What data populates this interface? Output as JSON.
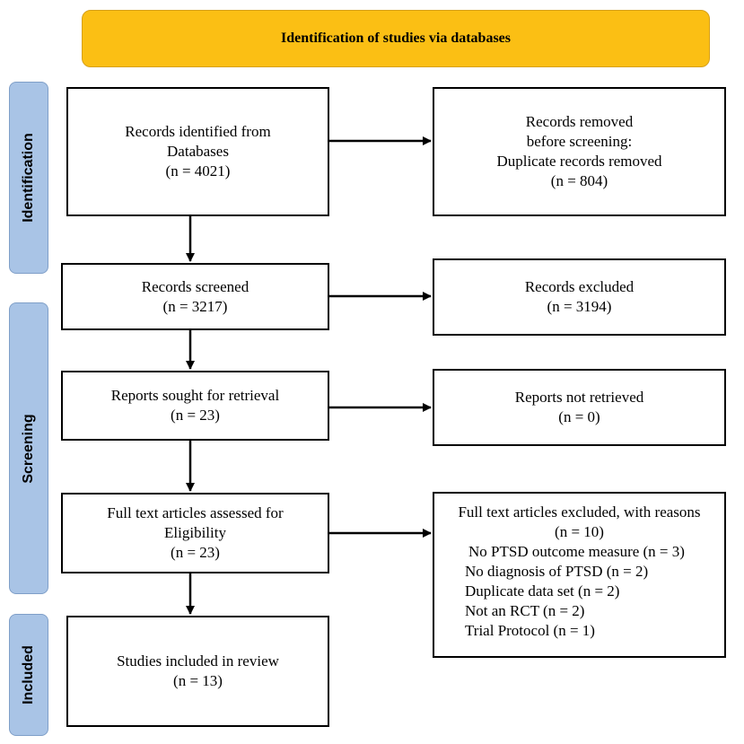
{
  "title": "Identification of studies via databases",
  "phases": {
    "identification": "Identification",
    "screening": "Screening",
    "included": "Included"
  },
  "boxes": {
    "records_identified": [
      "Records identified from",
      "Databases",
      "(n = 4021)"
    ],
    "records_removed": [
      "Records removed",
      "before screening:",
      "Duplicate records removed",
      "(n = 804)"
    ],
    "records_screened": [
      "Records screened",
      "(n = 3217)"
    ],
    "records_excluded": [
      "Records excluded",
      "(n = 3194)"
    ],
    "reports_sought": [
      "Reports sought for retrieval",
      "(n = 23)"
    ],
    "reports_not_retrieved": [
      "Reports not retrieved",
      "(n = 0)"
    ],
    "full_text_assessed": [
      "Full text articles assessed for",
      "Eligibility",
      "(n = 23)"
    ],
    "full_text_excluded": {
      "heading": [
        "Full text articles excluded, with reasons",
        "(n = 10)"
      ],
      "reasons": [
        "No PTSD outcome measure (n = 3)",
        "No diagnosis of PTSD (n = 2)",
        "Duplicate data set (n = 2)",
        "Not an RCT (n = 2)",
        "Trial Protocol (n = 1)"
      ]
    },
    "studies_included": [
      "Studies included in review",
      "(n = 13)"
    ]
  },
  "colors": {
    "banner": "#fbbf14",
    "phase": "#a9c4e6",
    "border": "#000000"
  }
}
